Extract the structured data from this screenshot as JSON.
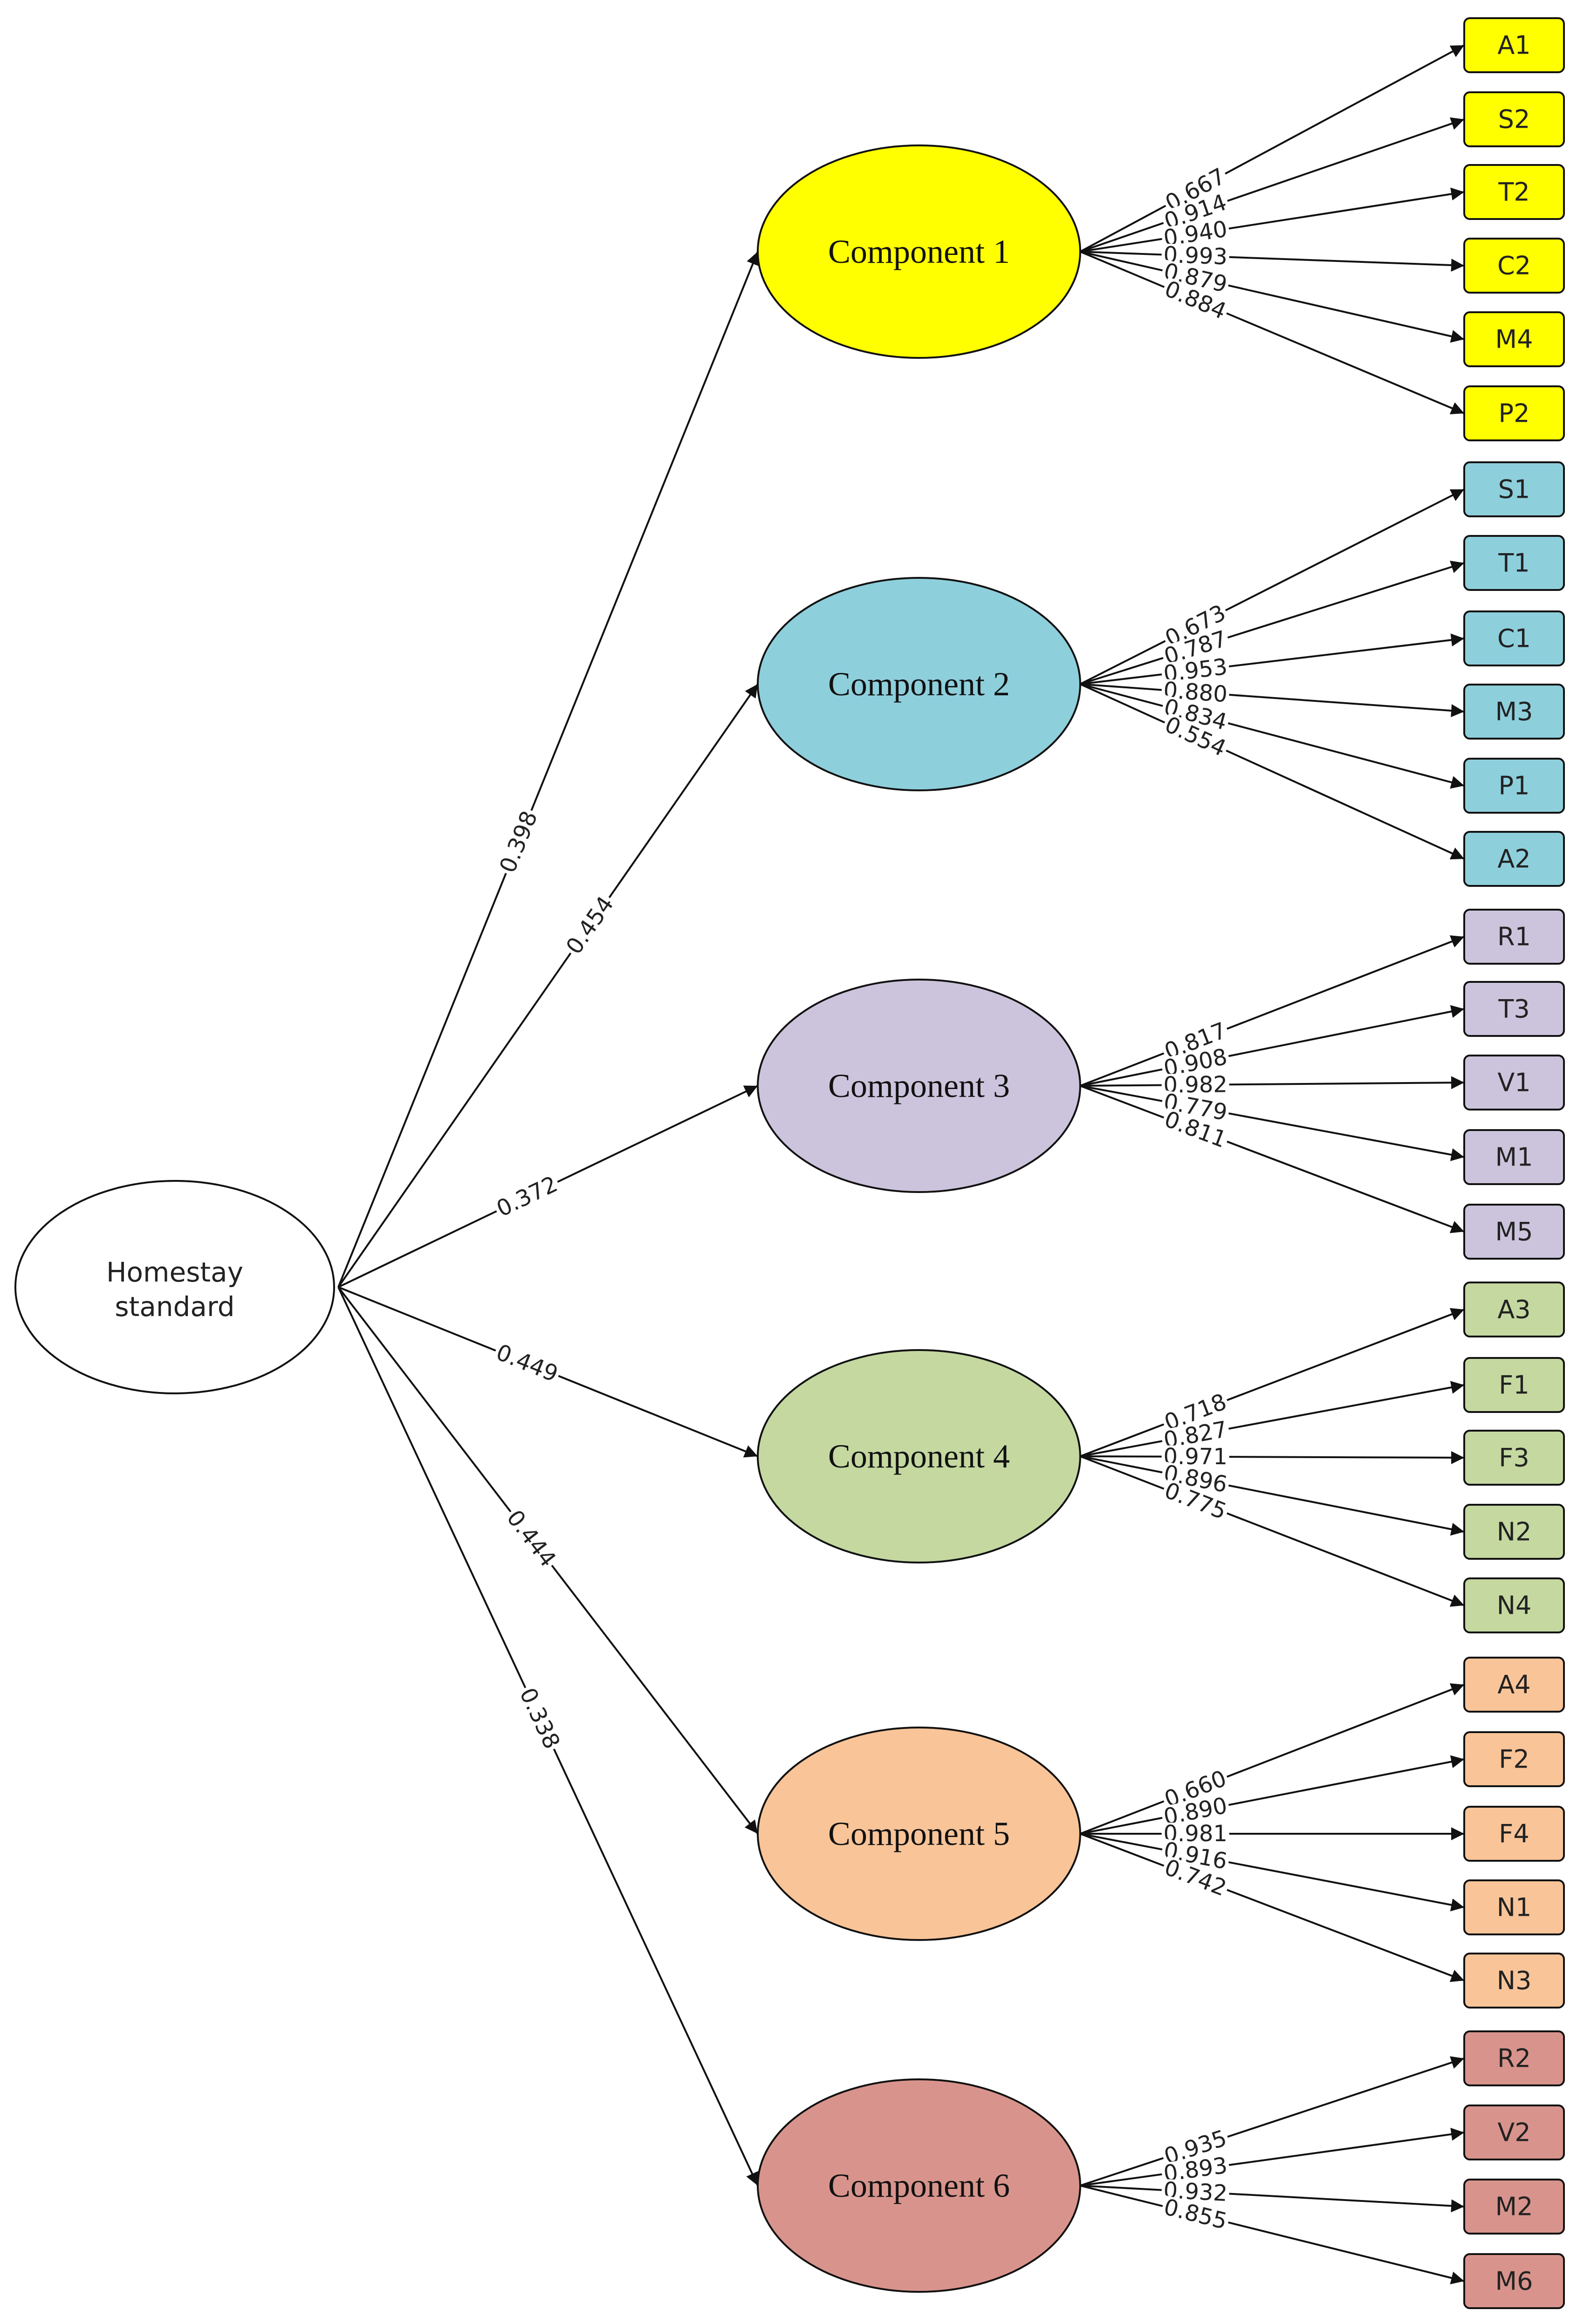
{
  "root": {
    "label_line1": "Homestay",
    "label_line2": "standard",
    "fill": "#ffffff"
  },
  "components": [
    {
      "label": "Component 1",
      "color": "#ffff00",
      "loading": "0.398",
      "indicators": [
        {
          "label": "A1",
          "loading": "0.667"
        },
        {
          "label": "S2",
          "loading": "0.914"
        },
        {
          "label": "T2",
          "loading": "0.940"
        },
        {
          "label": "C2",
          "loading": "0.993"
        },
        {
          "label": "M4",
          "loading": "0.879"
        },
        {
          "label": "P2",
          "loading": "0.884"
        }
      ]
    },
    {
      "label": "Component 2",
      "color": "#8ecfdc",
      "loading": "0.454",
      "indicators": [
        {
          "label": "S1",
          "loading": "0.673"
        },
        {
          "label": "T1",
          "loading": "0.787"
        },
        {
          "label": "C1",
          "loading": "0.953"
        },
        {
          "label": "M3",
          "loading": "0.880"
        },
        {
          "label": "P1",
          "loading": "0.834"
        },
        {
          "label": "A2",
          "loading": "0.554"
        }
      ]
    },
    {
      "label": "Component 3",
      "color": "#ccc4dc",
      "loading": "0.372",
      "indicators": [
        {
          "label": "R1",
          "loading": "0.817"
        },
        {
          "label": "T3",
          "loading": "0.908"
        },
        {
          "label": "V1",
          "loading": "0.982"
        },
        {
          "label": "M1",
          "loading": "0.779"
        },
        {
          "label": "M5",
          "loading": "0.811"
        }
      ]
    },
    {
      "label": "Component 4",
      "color": "#c4d8a0",
      "loading": "0.449",
      "indicators": [
        {
          "label": "A3",
          "loading": "0.718"
        },
        {
          "label": "F1",
          "loading": "0.827"
        },
        {
          "label": "F3",
          "loading": "0.971"
        },
        {
          "label": "N2",
          "loading": "0.896"
        },
        {
          "label": "N4",
          "loading": "0.775"
        }
      ]
    },
    {
      "label": "Component 5",
      "color": "#f8c498",
      "loading": "0.444",
      "indicators": [
        {
          "label": "A4",
          "loading": "0.660"
        },
        {
          "label": "F2",
          "loading": "0.890"
        },
        {
          "label": "F4",
          "loading": "0.981"
        },
        {
          "label": "N1",
          "loading": "0.916"
        },
        {
          "label": "N3",
          "loading": "0.742"
        }
      ]
    },
    {
      "label": "Component 6",
      "color": "#d8948c",
      "loading": "0.338",
      "indicators": [
        {
          "label": "R2",
          "loading": "0.935"
        },
        {
          "label": "V2",
          "loading": "0.893"
        },
        {
          "label": "M2",
          "loading": "0.932"
        },
        {
          "label": "M6",
          "loading": "0.855"
        }
      ]
    }
  ]
}
